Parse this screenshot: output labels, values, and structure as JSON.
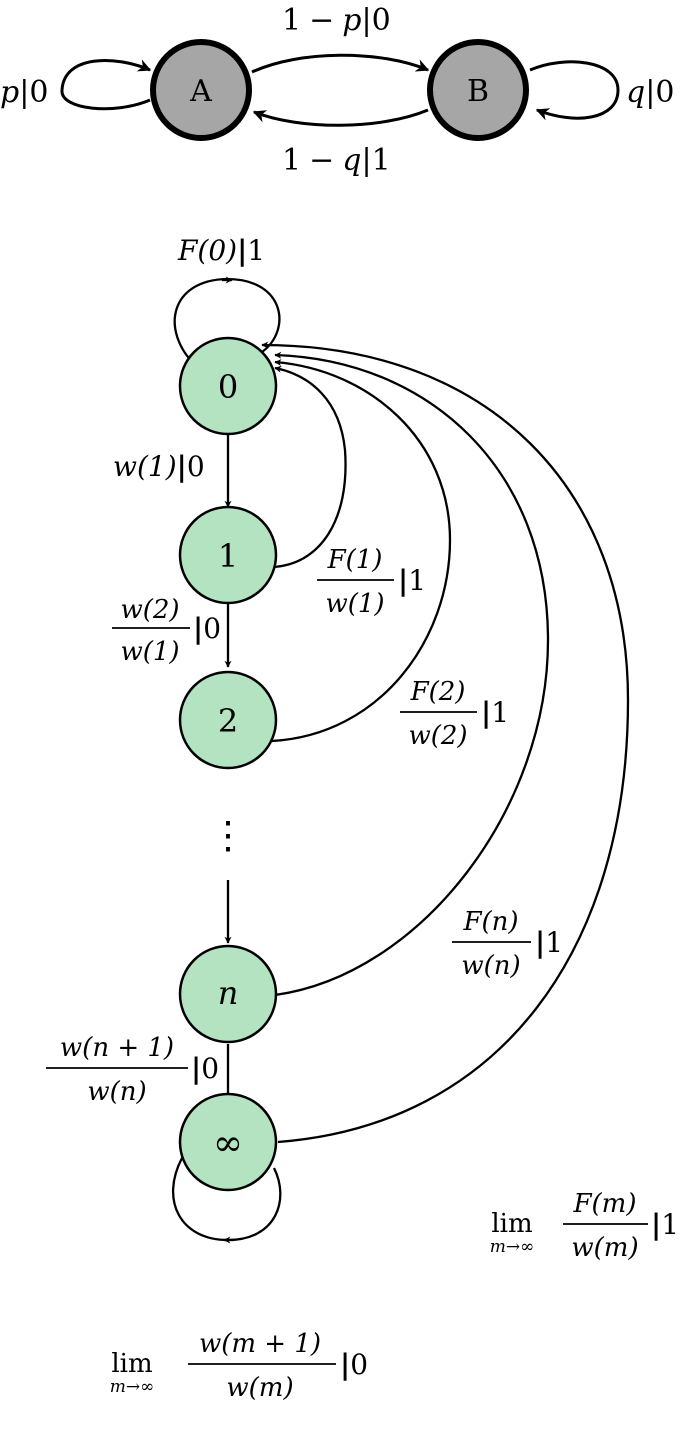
{
  "colors": {
    "chain_node_fill": "#b3e3c0",
    "automaton_node_fill": "#a6a6a6",
    "stroke": "#000000"
  },
  "automaton": {
    "nodes": {
      "a": "A",
      "b": "B"
    },
    "edges": {
      "a_self": {
        "var": "p",
        "out": "0"
      },
      "b_self": {
        "var": "q",
        "out": "0"
      },
      "a_to_b": {
        "one": "1",
        "minus": "−",
        "var": "p",
        "out": "0"
      },
      "b_to_a": {
        "one": "1",
        "minus": "−",
        "var": "q",
        "out": "1"
      }
    }
  },
  "chain": {
    "nodes": {
      "n0": "0",
      "n1": "1",
      "n2": "2",
      "nn": "n",
      "ninf": "∞"
    },
    "labels": {
      "self0": {
        "text": "F(0)",
        "out": "1"
      },
      "w1": {
        "text": "w(1)",
        "out": "0"
      },
      "w2": {
        "num": "w(2)",
        "den": "w(1)",
        "out": "0"
      },
      "wn1": {
        "num": "w(n + 1)",
        "den": "w(n)",
        "out": "0"
      },
      "wlim": {
        "lim": "lim",
        "sub": "m→∞",
        "num": "w(m + 1)",
        "den": "w(m)",
        "out": "0"
      },
      "f1": {
        "num": "F(1)",
        "den": "w(1)",
        "out": "1"
      },
      "f2": {
        "num": "F(2)",
        "den": "w(2)",
        "out": "1"
      },
      "fn": {
        "num": "F(n)",
        "den": "w(n)",
        "out": "1"
      },
      "flim": {
        "lim": "lim",
        "sub": "m→∞",
        "num": "F(m)",
        "den": "w(m)",
        "out": "1"
      }
    },
    "ellipsis": "⋮"
  }
}
